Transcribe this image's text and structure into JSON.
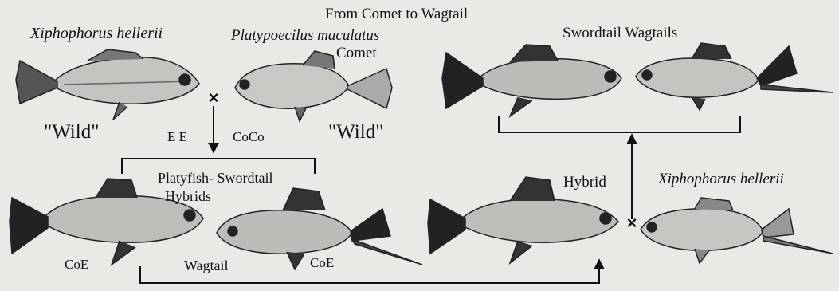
{
  "title": "From Comet to Wagtail",
  "labels": {
    "xiphophorus_top": "Xiphophorus hellerii",
    "platypoecilus": "Platypoecilus maculatus",
    "comet": "Comet",
    "wild_left": "\"Wild\"",
    "ee": "E E",
    "coco": "CoCo",
    "wild_right": "\"Wild\"",
    "swordtail_wagtails": "Swordtail Wagtails",
    "hybrids_line1": "Platyfish- Swordtail",
    "hybrids_line2": "Hybrids",
    "hybrid": "Hybrid",
    "xiphophorus_right": "Xiphophorus hellerii",
    "coe_left": "CoE",
    "wagtail": "Wagtail",
    "coe_right": "CoE",
    "cross_symbol": "×"
  },
  "colors": {
    "ink": "#111111",
    "paper": "#eae9e6"
  }
}
